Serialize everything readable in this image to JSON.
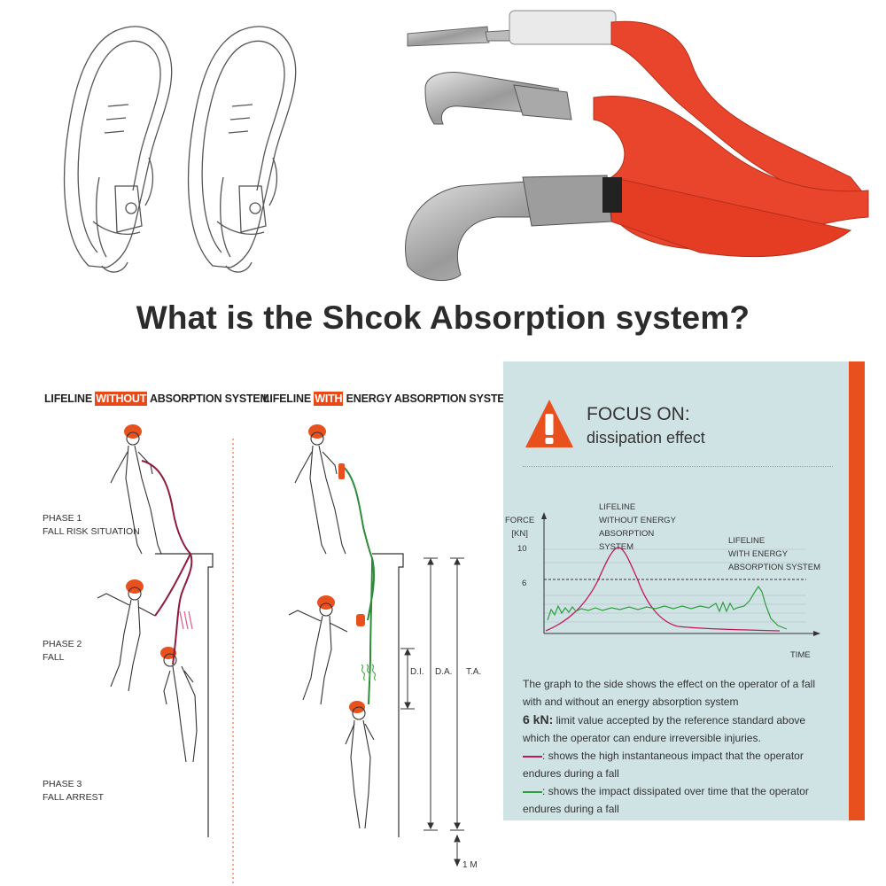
{
  "title": "What is the Shcok Absorption system?",
  "left_diagram": {
    "heading_without": {
      "pre": "LIFELINE ",
      "highlight": "WITHOUT",
      "post": " ABSORPTION SYSTEM"
    },
    "heading_with": {
      "pre": "LIFELINE ",
      "highlight": "WITH",
      "post": " ENERGY ABSORPTION SYSTEM"
    },
    "phases": [
      {
        "line1": "PHASE 1",
        "line2": "FALL RISK SITUATION"
      },
      {
        "line1": "PHASE 2",
        "line2": "FALL"
      },
      {
        "line1": "PHASE 3",
        "line2": "FALL ARREST"
      }
    ],
    "measures": {
      "di": "D.I.",
      "da": "D.A.",
      "ta": "T.A.",
      "one_m": "1 M"
    }
  },
  "focus": {
    "title": "FOCUS ON:",
    "subtitle": "dissipation effect",
    "graph": {
      "y_label_1": "FORCE",
      "y_label_2": "[KN]",
      "y_tick_10": "10",
      "y_tick_6": "6",
      "x_label": "TIME",
      "label_without": [
        "LIFELINE",
        "WITHOUT ENERGY",
        "ABSORPTION",
        "SYSTEM"
      ],
      "label_with": [
        "LIFELINE",
        "WITH ENERGY",
        "ABSORPTION SYSTEM"
      ]
    },
    "text1": "The graph to the side shows the effect on the operator of a fall with and without an energy absorption system",
    "kn_bold": "6 kN:",
    "kn_text": " limit value accepted by the reference standard above which the operator can endure irreversible injuries.",
    "red_text": ": shows the high instantaneous impact that the operator endures during a fall",
    "green_text": ": shows the impact dissipated over time that the operator endures during a fall"
  },
  "colors": {
    "accent_orange": "#e8501e",
    "panel_bg": "#cfe2e4",
    "lanyard_red": "#e8452c",
    "curve_without": "#c2185b",
    "curve_with": "#2e9e3e"
  }
}
